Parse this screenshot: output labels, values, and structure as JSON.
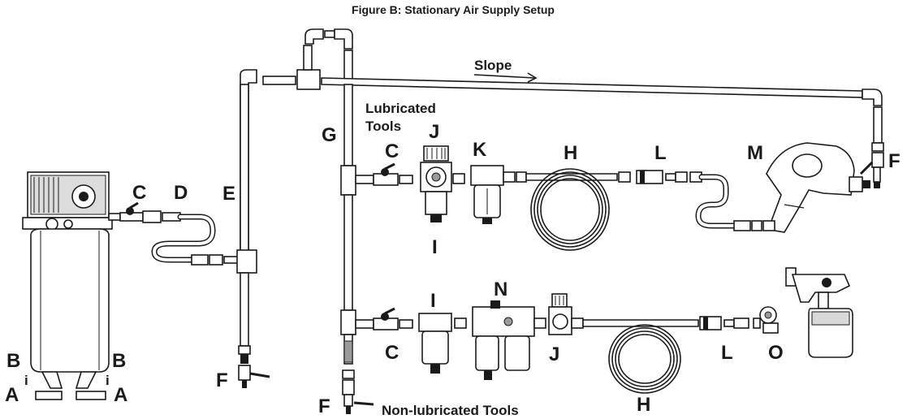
{
  "figure": {
    "title": "Figure B:  Stationary Air Supply Setup",
    "slope_label": "Slope",
    "lubricated_label_line1": "Lubricated",
    "lubricated_label_line2": "Tools",
    "non_lubricated_label": "Non-lubricated Tools"
  },
  "labels": {
    "A": "A",
    "B": "B",
    "C": "C",
    "D": "D",
    "E": "E",
    "F": "F",
    "G": "G",
    "H": "H",
    "I": "I",
    "J": "J",
    "K": "K",
    "L": "L",
    "M": "M",
    "N": "N",
    "O": "O",
    "i": "i"
  }
}
